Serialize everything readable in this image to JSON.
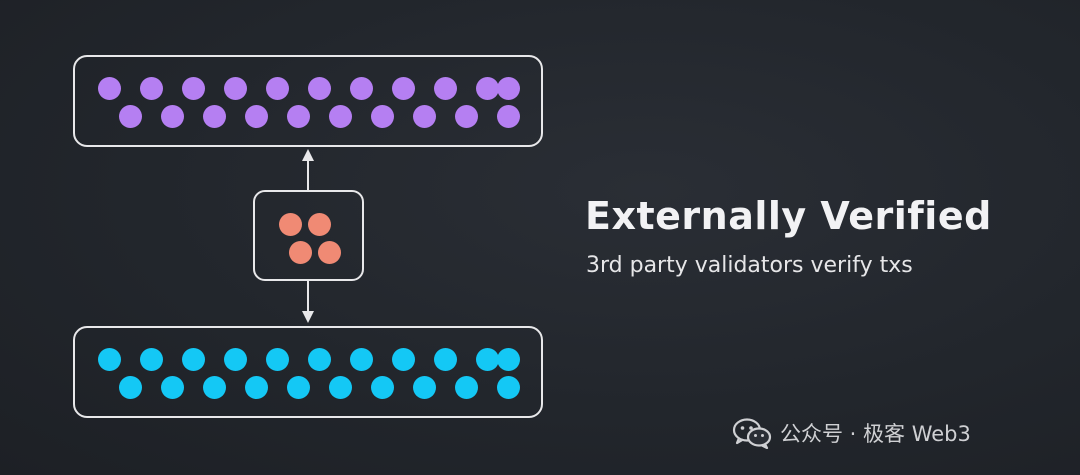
{
  "diagram": {
    "title": "Externally Verified",
    "subtitle": "3rd party validators verify txs",
    "colors": {
      "top_chain_nodes": "#b57ff2",
      "validator_nodes": "#f08a74",
      "bottom_chain_nodes": "#14c8f5",
      "box_stroke": "#e8e8ea",
      "background": "#22262c"
    },
    "top_chain": {
      "node_count": 21
    },
    "validator_set": {
      "node_count": 4
    },
    "bottom_chain": {
      "node_count": 21
    },
    "arrows": [
      "validators-to-top-chain",
      "validators-to-bottom-chain"
    ]
  },
  "watermark": {
    "text": "公众号 · 极客 Web3",
    "icon": "wechat-icon"
  }
}
